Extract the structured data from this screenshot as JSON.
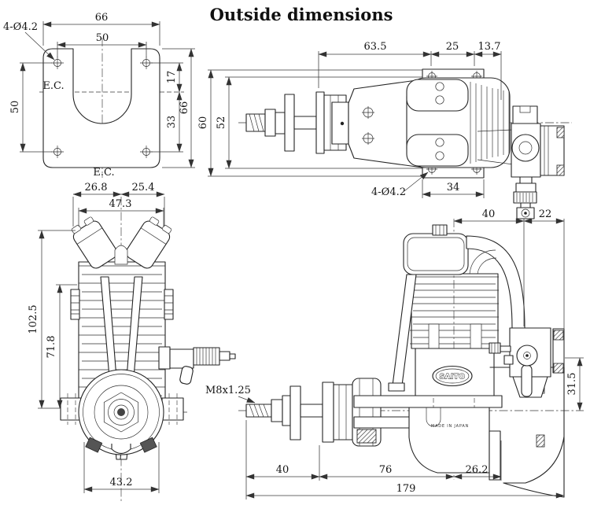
{
  "title": "Outside dimensions",
  "plate_view": {
    "holes_callout": "4-Ø4.2",
    "ec_label_mid": "E.C.",
    "ec_label_bottom": "E.C.",
    "width_overall": "66",
    "hole_span_x": "50",
    "hole_span_y": "50",
    "ec_offset_top": "17",
    "ec_offset_bottom": "33",
    "height_overall": "66"
  },
  "top_view": {
    "front_to_mount": "63.5",
    "mount_hole_span": "25",
    "mount_to_rear": "13.7",
    "overall_height": "60",
    "case_height": "52",
    "holes_callout": "4-Ø4.2",
    "mount_length": "34"
  },
  "front_view": {
    "head_offset_left": "26.8",
    "head_offset_right": "25.4",
    "head_width": "47.3",
    "overall_height": "102.5",
    "upper_height": "71.8",
    "case_width": "43.2",
    "shaft_thread": "M8x1.25"
  },
  "side_view": {
    "cyl_to_carb": "40",
    "carb_to_muffler": "22",
    "muffler_drop": "31.5",
    "shaft_length": "40",
    "case_length": "76",
    "rear_length": "26.2",
    "overall_length": "179",
    "brand": "SAITO",
    "made_in": "MADE IN JAPAN"
  }
}
